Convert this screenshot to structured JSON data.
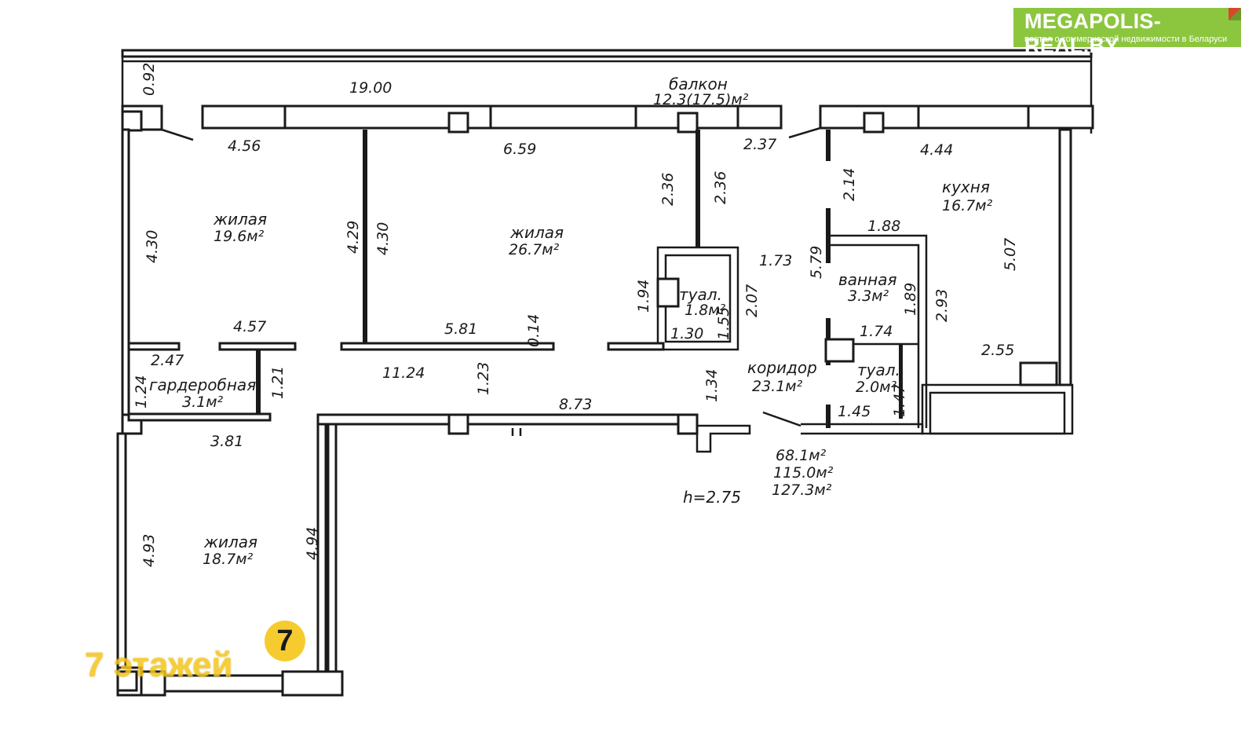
{
  "brand": {
    "name": "MEGAPOLIS-REAL.BY",
    "tagline": "портал о коммерческой недвижимости в Беларуси",
    "color": "#8cc63f"
  },
  "watermark": {
    "text": "7 этажей",
    "badge": "7",
    "color": "#f5c518"
  },
  "rooms": {
    "balcony": {
      "name": "балкон",
      "area": "12.3(17.5)м²"
    },
    "living1": {
      "name": "жилая",
      "area": "19.6м²"
    },
    "living2": {
      "name": "жилая",
      "area": "26.7м²"
    },
    "toilet1": {
      "name": "туал.",
      "area": "1.8м²"
    },
    "bathroom": {
      "name": "ванная",
      "area": "3.3м²"
    },
    "kitchen": {
      "name": "кухня",
      "area": "16.7м²"
    },
    "wardrobe": {
      "name": "гардеробная",
      "area": "3.1м²"
    },
    "corridor": {
      "name": "коридор",
      "area": "23.1м²"
    },
    "toilet2": {
      "name": "туал.",
      "area": "2.0м²"
    },
    "living3": {
      "name": "жилая",
      "area": "18.7м²"
    }
  },
  "totals": [
    "68.1м²",
    "115.0м²",
    "127.3м²"
  ],
  "ceiling_height": "h=2.75",
  "dims": {
    "d0_92": "0.92",
    "d19_00": "19.00",
    "d4_56": "4.56",
    "d6_59": "6.59",
    "d2_37": "2.37",
    "d4_44": "4.44",
    "d2_36a": "2.36",
    "d2_36b": "2.36",
    "d2_14": "2.14",
    "d4_30a": "4.30",
    "d4_29": "4.29",
    "d4_30b": "4.30",
    "d1_88": "1.88",
    "d1_73": "1.73",
    "d5_79": "5.79",
    "d5_07": "5.07",
    "d1_94": "1.94",
    "d2_07": "2.07",
    "d1_89": "1.89",
    "d2_93": "2.93",
    "d1_30": "1.30",
    "d1_55": "1.55",
    "d4_57": "4.57",
    "d5_81": "5.81",
    "d0_14": "0.14",
    "d1_74": "1.74",
    "d2_47": "2.47",
    "d2_55": "2.55",
    "d1_24": "1.24",
    "d1_21": "1.21",
    "d11_24": "11.24",
    "d1_23": "1.23",
    "d1_34": "1.34",
    "d8_73": "8.73",
    "d1_45": "1.45",
    "d1_47": "1.47",
    "d3_81": "3.81",
    "d4_93": "4.93",
    "d4_94": "4.94"
  }
}
